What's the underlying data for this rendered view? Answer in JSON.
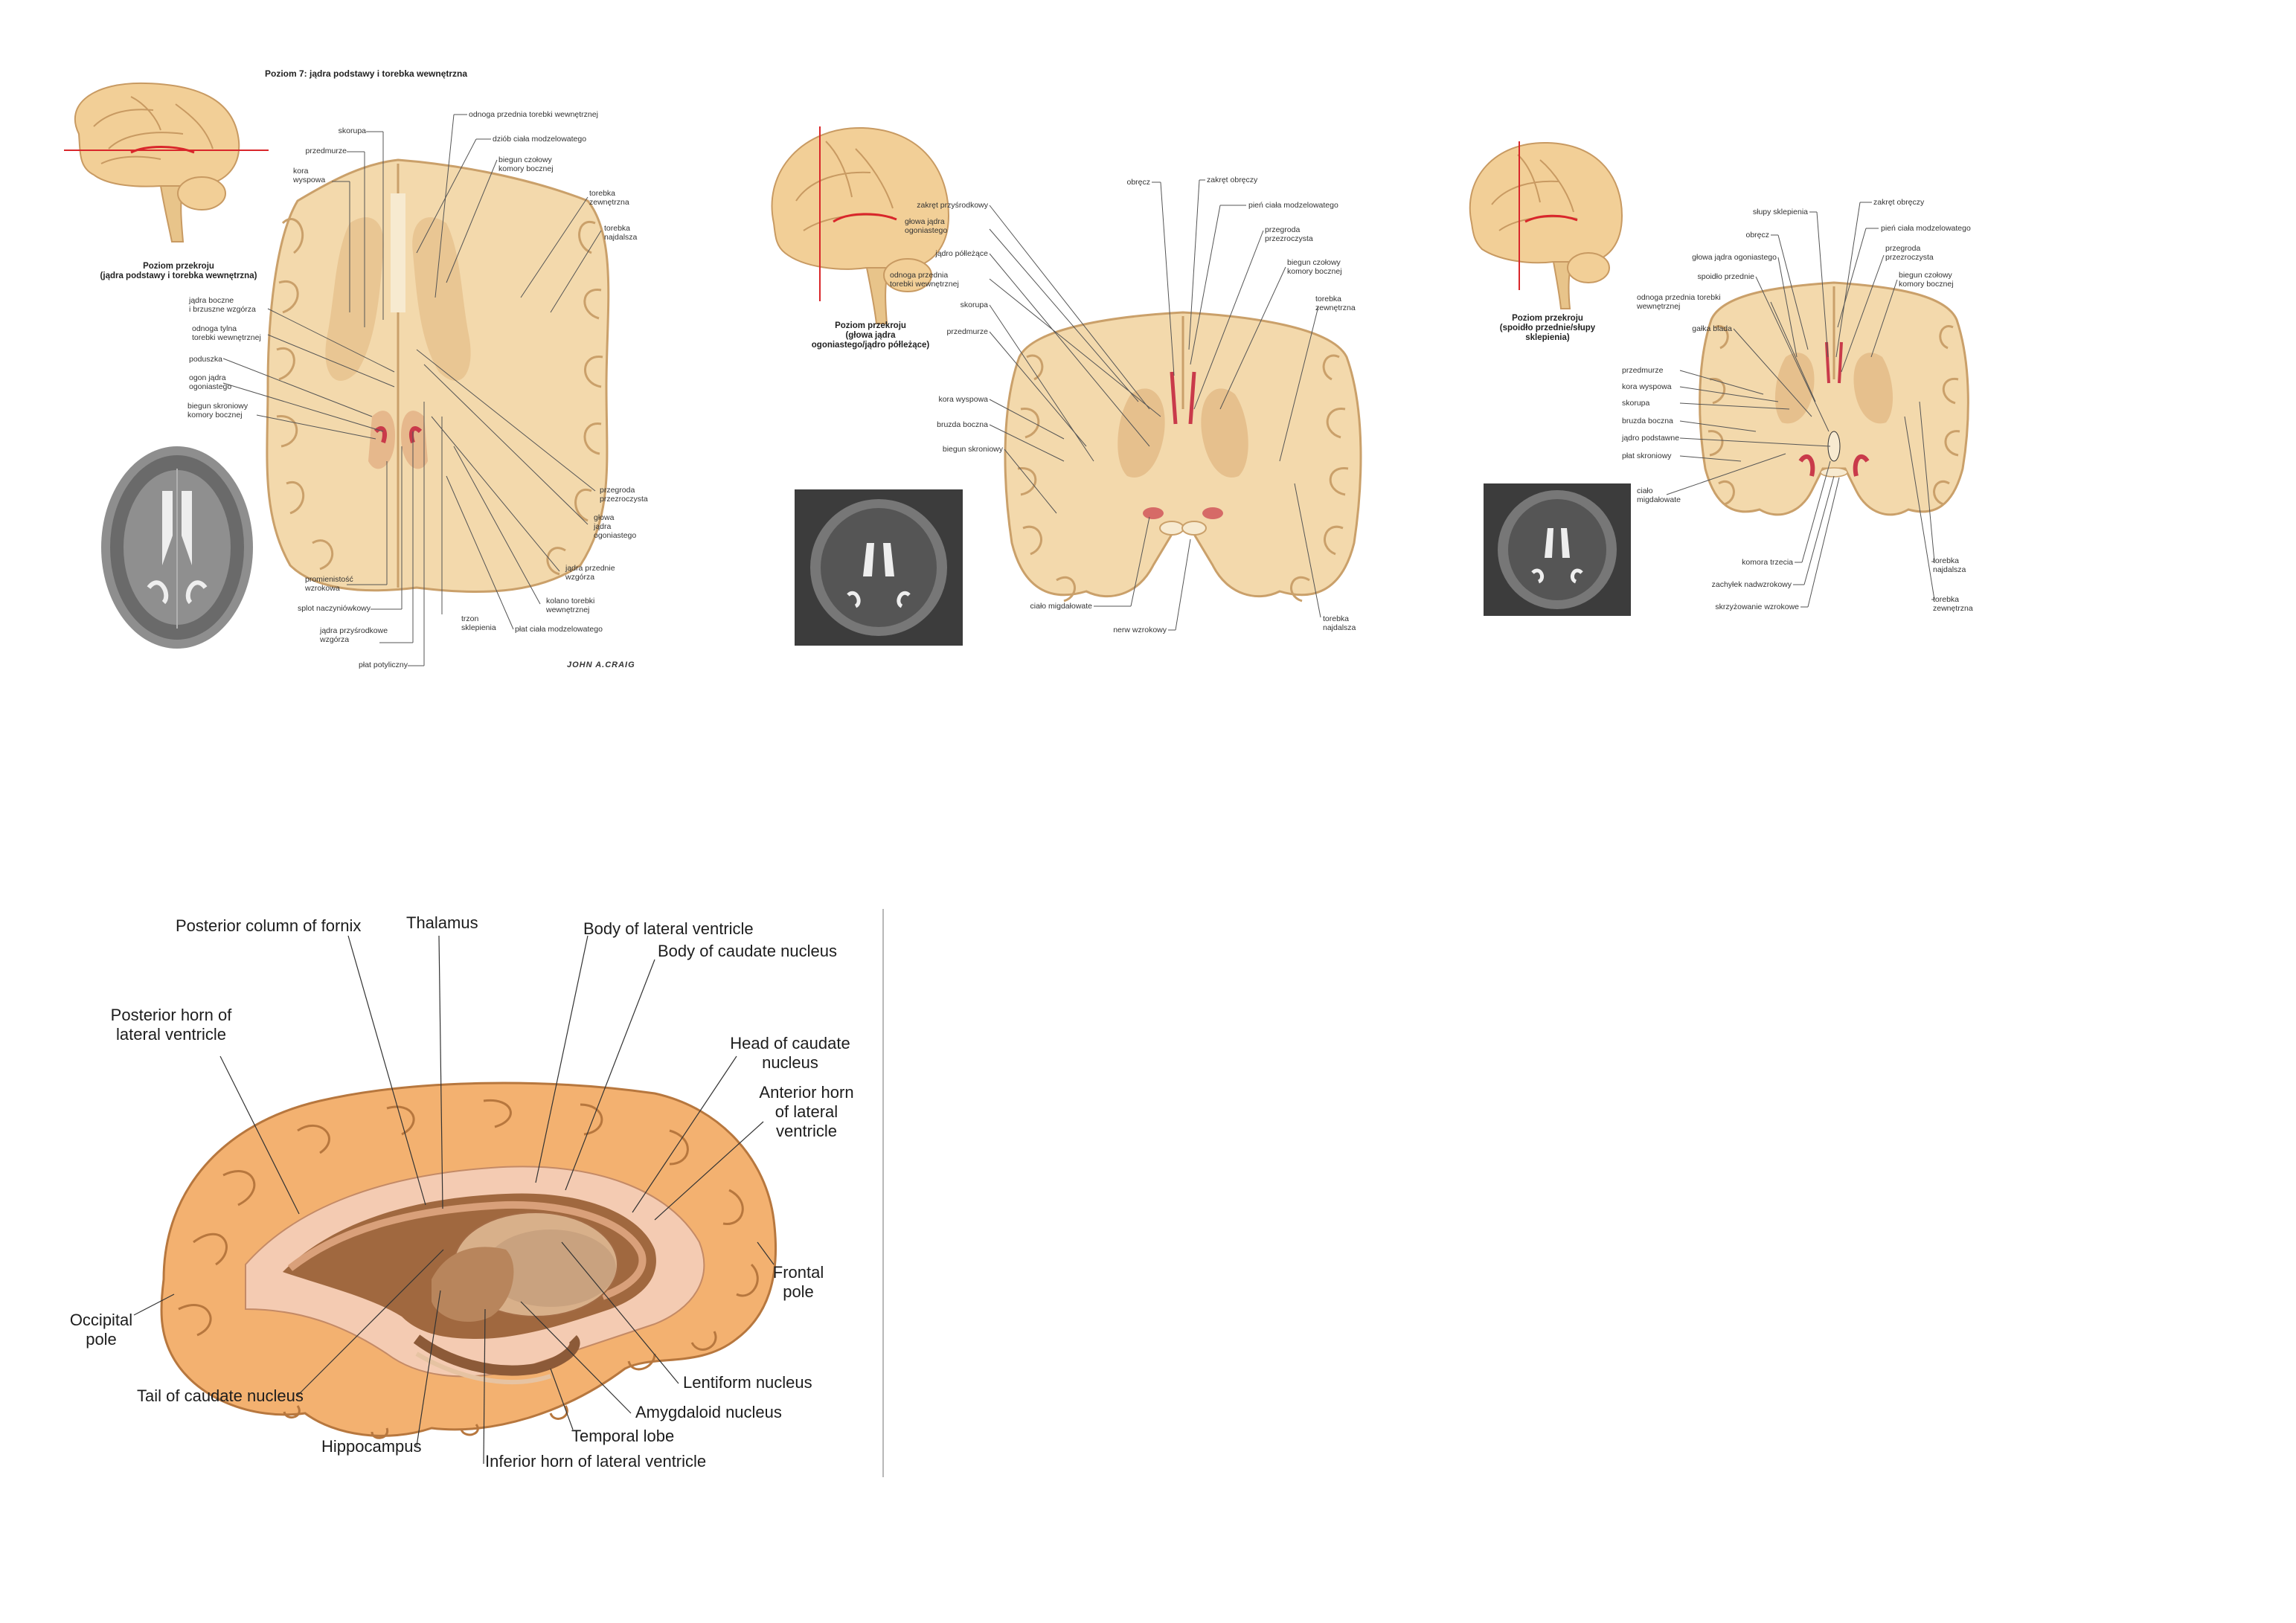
{
  "panel1": {
    "title": "Poziom 7: jądra podstawy i torebka wewnętrzna",
    "caption": "Poziom przekroju\n(jądra podstawy i torebka wewnętrzna)",
    "signature": "JOHN A.CRAIG",
    "left_labels": [
      "skorupa",
      "przedmurze",
      "kora\nwyspowa",
      "jądra boczne\ni brzuszne wzgórza",
      "odnoga tylna\ntorebki wewnętrznej",
      "poduszka",
      "ogon jądra\nogoniastego",
      "biegun skroniowy\nkomory bocznej",
      "promienistość\nwzrokowa",
      "splot naczyniówkowy",
      "jądra przyśrodkowe\nwzgórza",
      "płat potyliczny"
    ],
    "right_labels": [
      "odnoga przednia torebki wewnętrznej",
      "dziób ciała modzelowatego",
      "biegun czołowy\nkomory bocznej",
      "torebka\nzewnętrzna",
      "torebka\nnajdalsza",
      "przegroda\nprzezroczysta",
      "głowa\njądra\nogoniastego",
      "jądra przednie\nwzgórza",
      "kolano torebki\nwewnętrznej",
      "płat ciała modzelowatego"
    ],
    "bottom_labels": [
      "trzon\nsklepienia"
    ]
  },
  "panel2": {
    "caption": "Poziom przekroju\n(głowa jądra\nogoniastego/jądro półleżące)",
    "left_labels": [
      "zakręt przyśrodkowy",
      "głowa jądra\nogoniastego",
      "jądro półleżące",
      "odnoga przednia\ntorebki wewnętrznej",
      "skorupa",
      "przedmurze",
      "kora wyspowa",
      "bruzda boczna",
      "biegun skroniowy",
      "ciało migdałowate",
      "nerw wzrokowy"
    ],
    "top_labels": [
      "obręcz",
      "zakręt obręczy"
    ],
    "right_labels": [
      "pień ciała modzelowatego",
      "przegroda\nprzezroczysta",
      "biegun czołowy\nkomory bocznej",
      "torebka\nzewnętrzna",
      "torebka\nnajdalsza"
    ]
  },
  "panel3": {
    "caption": "Poziom przekroju\n(spoidło przednie/słupy\nsklepienia)",
    "left_labels": [
      "słupy sklepienia",
      "obręcz",
      "głowa jądra ogoniastego",
      "spoidło przednie",
      "odnoga przednia torebki\nwewnętrznej",
      "gałka blada",
      "przedmurze",
      "kora wyspowa",
      "skorupa",
      "bruzda boczna",
      "jądro podstawne",
      "płat skroniowy",
      "ciało\nmigdałowate",
      "komora trzecia",
      "zachyłek nadwzrokowy",
      "skrzyżowanie wzrokowe"
    ],
    "right_labels": [
      "zakręt obręczy",
      "pień ciała modzelowatego",
      "przegroda\nprzezroczysta",
      "biegun czołowy\nkomory bocznej",
      "torebka\nnajdalsza",
      "torebka\nzewnętrzna"
    ]
  },
  "panel4": {
    "labels": {
      "posterior_column": "Posterior column of fornix",
      "thalamus": "Thalamus",
      "body_lateral_ventricle": "Body of lateral ventricle",
      "body_caudate": "Body of caudate nucleus",
      "posterior_horn": "Posterior horn of\nlateral ventricle",
      "head_caudate": "Head of caudate\nnucleus",
      "anterior_horn": "Anterior horn\nof lateral\nventricle",
      "frontal_pole": "Frontal\npole",
      "occipital_pole": "Occipital\npole",
      "lentiform": "Lentiform nucleus",
      "tail_caudate": "Tail of caudate nucleus",
      "amygdaloid": "Amygdaloid nucleus",
      "temporal_lobe": "Temporal lobe",
      "hippocampus": "Hippocampus",
      "inferior_horn": "Inferior horn of lateral ventricle"
    }
  },
  "colors": {
    "brain_tan": "#f2d3a0",
    "white_matter": "#f7e7c6",
    "cortex_pink": "#e8b8a0",
    "pons_tan": "#e8c48a",
    "cut_line": "#d9262b",
    "orange_brain": "#f0aa6a",
    "ventricle_brown": "#7a4f2c"
  }
}
